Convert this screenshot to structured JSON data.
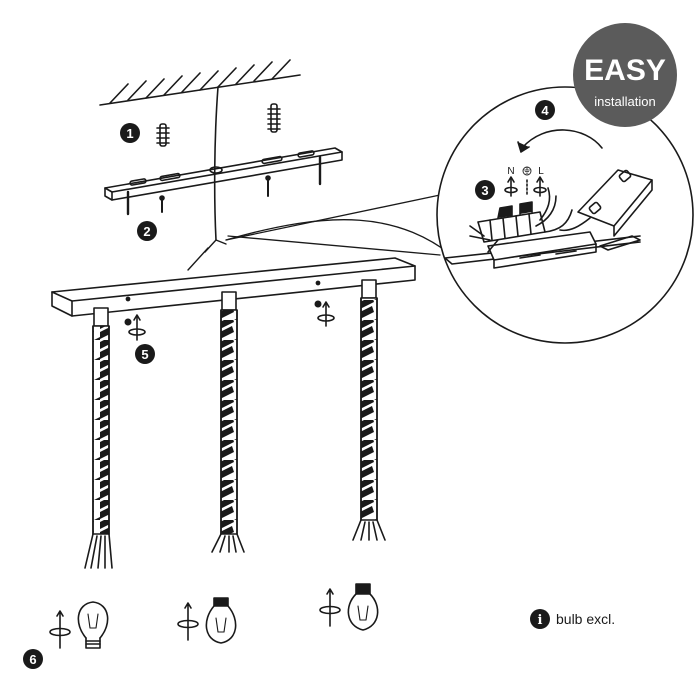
{
  "badge": {
    "title": "EASY",
    "subtitle": "installation"
  },
  "steps": [
    "1",
    "2",
    "3",
    "4",
    "5",
    "6"
  ],
  "terminals": {
    "neutral": "N",
    "earth": "⏚",
    "live": "L"
  },
  "note": {
    "icon_letter": "i",
    "text": "bulb excl."
  },
  "colors": {
    "ink": "#1a1a1a",
    "badge_fill": "#5b5b5b",
    "badge_text": "#ffffff",
    "background": "#ffffff"
  },
  "icons": [
    "ceiling-hatch-icon",
    "wall-plug-screw-icon",
    "mounting-bracket-icon",
    "ceiling-canopy-bar-icon",
    "twisted-rope-cord-icon",
    "lamp-holder-icon",
    "rotate-arrow-icon",
    "edison-bulb-icon",
    "terminal-block-icon",
    "junction-box-icon",
    "magnifier-circle-icon",
    "info-icon"
  ]
}
